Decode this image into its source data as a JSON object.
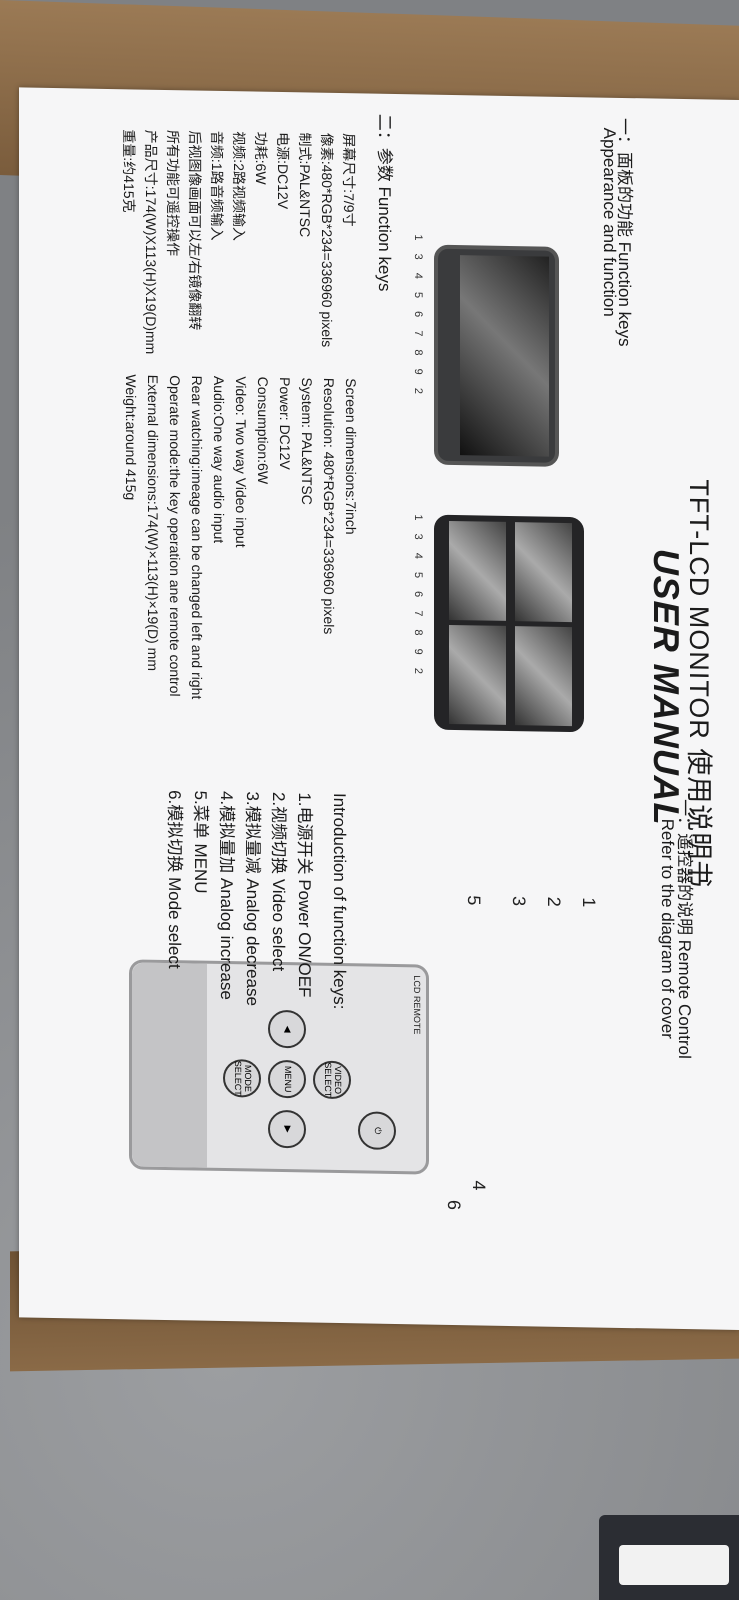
{
  "manual": {
    "title_line1": "TFT-LCD MONITOR 使用说明书",
    "title_line2": "USER MANUAL",
    "section1_cn": "一：面板的功能 Function keys",
    "section1_en": "Appearance and function",
    "monitor1_keys": "1 3  4 5 6 7 8  9 2",
    "monitor2_keys": "1 3 4 5 6 7 8 9 2",
    "section2_cn": "二：参数 Function keys",
    "specs_cn": [
      "屏幕尺寸:7/9寸",
      "像素:480*RGB*234=336960 pixels",
      "制式:PAL&NTSC",
      "电源:DC12V",
      "功耗:6W",
      "视频:2路视频输入",
      "音频:1路音频输入",
      "后视图像画面可以左/右镜像翻转",
      "所有功能可遥控操作",
      "产品尺寸:174(W)X113(H)X19(D)mm",
      "重量:约415克"
    ],
    "specs_en": [
      "Screen dimensions:7inch",
      "Resolution: 480*RGB*234=336960 pixels",
      "System: PAL&NTSC",
      "Power: DC12V",
      "Consumption:6W",
      "Video: Two way Video input",
      "Audio:One way audio input",
      "Rear watching:imeage can be changed left and right",
      "Operate mode:the key operation ane remote control",
      "External dimensions:174(W)×113(H)×19(D) mm",
      "Weight:around 415g"
    ],
    "remote_title_cn": "一：遥控器的说明 Remote Control",
    "remote_subtitle": "Refer to the diagram of cover",
    "remote_label": "LCD REMOTE",
    "remote_buttons": {
      "video_select": "VIDEO SELECT",
      "menu": "MENU",
      "mode_select": "MODE SELECT"
    },
    "callouts": [
      "1",
      "2",
      "3",
      "4",
      "5",
      "6"
    ],
    "intro_heading": "Introduction of function keys:",
    "intro_items": [
      "1.电源开关  Power ON/OEF",
      "2.视频切换  Video select",
      "3.模拟量减  Analog decrease",
      "4.模拟量加  Analog increase",
      "5.菜单        MENU",
      "6.模拟切换  Mode select"
    ]
  }
}
